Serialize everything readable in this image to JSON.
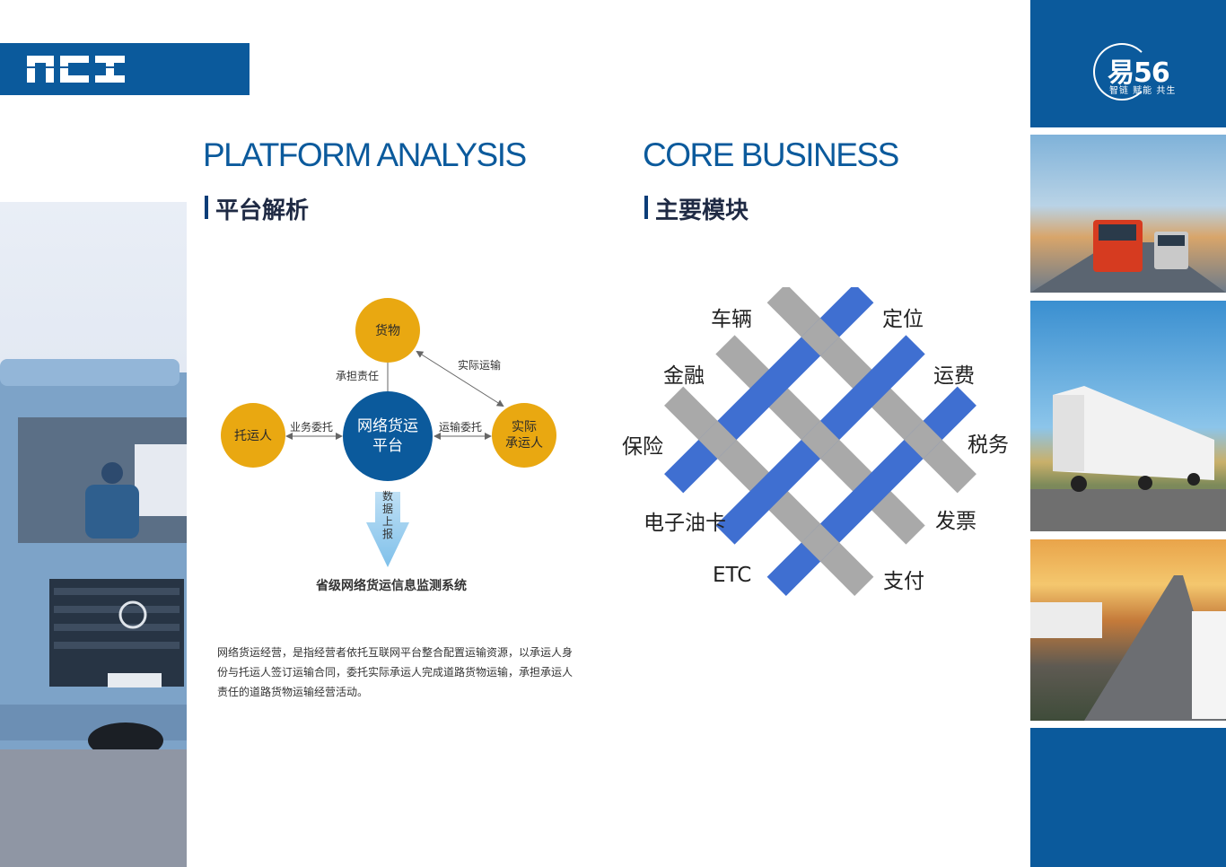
{
  "logo": {
    "text": "NCI"
  },
  "brand": {
    "name": "易56",
    "slogan": "智链 赋能 共生"
  },
  "left_section": {
    "title_en": "PLATFORM ANALYSIS",
    "title_zh": "平台解析",
    "nodes": {
      "goods": "货物",
      "shipper": "托运人",
      "center_line1": "网络货运",
      "center_line2": "平台",
      "carrier_line1": "实际",
      "carrier_line2": "承运人"
    },
    "edges": {
      "bear_responsibility": "承担责任",
      "actual_transport": "实际运输",
      "business_commission": "业务委托",
      "transport_commission": "运输委托",
      "data_report": [
        "数",
        "据",
        "上",
        "报"
      ]
    },
    "monitor_system": "省级网络货运信息监测系统",
    "description": "网络货运经营，是指经营者依托互联网平台整合配置运输资源，以承运人身份与托运人签订运输合同，委托实际承运人完成道路货物运输，承担承运人责任的道路货物运输经营活动。"
  },
  "right_section": {
    "title_en": "CORE BUSINESS",
    "title_zh": "主要模块",
    "modules": {
      "vehicle": "车辆",
      "location": "定位",
      "finance": "金融",
      "freight": "运费",
      "insurance": "保险",
      "tax": "税务",
      "fuel_card": "电子油卡",
      "invoice": "发票",
      "etc": "ETC",
      "payment": "支付"
    }
  },
  "colors": {
    "brand_blue": "#0b5a9c",
    "node_gold": "#e9a811",
    "weave_blue": "#3f6fd1",
    "weave_gray": "#a9a9a9"
  }
}
